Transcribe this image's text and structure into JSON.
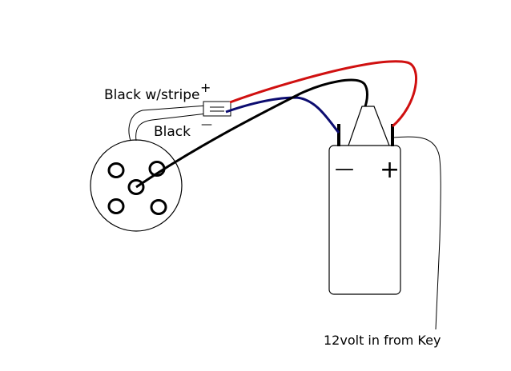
{
  "labels": {
    "wire_striped": "Black w/stripe",
    "wire_black": "Black",
    "plus_small": "+",
    "minus_small": "—",
    "coil_minus": "—",
    "coil_plus": "+",
    "power_in": "12volt in from Key"
  },
  "colors": {
    "red_wire": "#d01010",
    "blue_wire": "#0c0c70",
    "black_wire": "#000000",
    "outline": "#000000"
  }
}
